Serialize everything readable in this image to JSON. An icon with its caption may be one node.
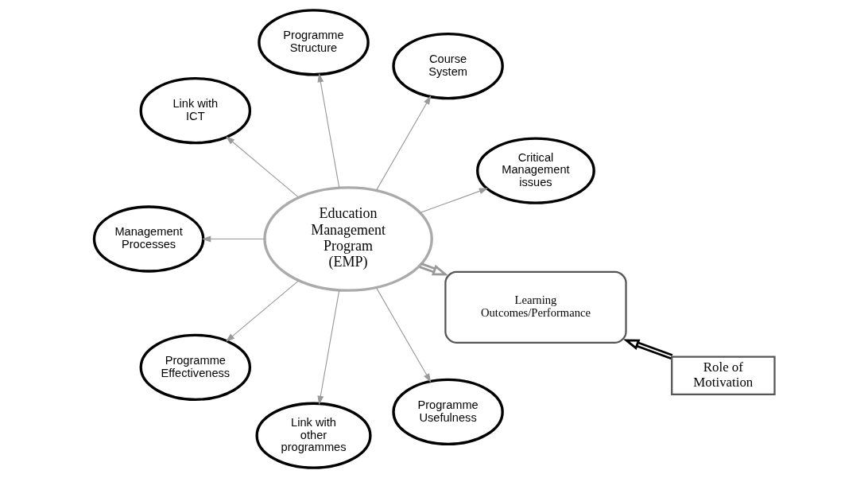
{
  "diagram": {
    "nodes": [
      {
        "text": [
          "Education Management Program (EMP)"
        ]
      },
      {
        "text": [
          "Critical Management issues"
        ]
      },
      {
        "text": [
          "Course System"
        ]
      },
      {
        "text": [
          "Programme Structure"
        ]
      },
      {
        "text": [
          "Link with ICT"
        ]
      },
      {
        "text": [
          "Management Processes"
        ]
      },
      {
        "text": [
          "Programme Effectiveness"
        ]
      },
      {
        "text": [
          "Link with other programmes"
        ]
      },
      {
        "text": [
          "Programme Usefulness"
        ]
      },
      {
        "text": [
          "Learning Outcomes/Performance"
        ]
      },
      {
        "text": [
          "Role of Motivation"
        ]
      }
    ],
    "edges": [
      {
        "from": 0,
        "to": 1,
        "arrow": "to"
      },
      {
        "from": 0,
        "to": 2,
        "arrow": "to"
      },
      {
        "from": 0,
        "to": 3,
        "arrow": "to"
      },
      {
        "from": 0,
        "to": 4,
        "arrow": "to"
      },
      {
        "from": 0,
        "to": 5,
        "arrow": "to"
      },
      {
        "from": 0,
        "to": 6,
        "arrow": "to"
      },
      {
        "from": 0,
        "to": 7,
        "arrow": "to"
      },
      {
        "from": 0,
        "to": 8,
        "arrow": "to"
      },
      {
        "from": 0,
        "to": 9,
        "arrow": "to",
        "style": "thick"
      },
      {
        "from": 10,
        "to": 9,
        "arrow": "to",
        "style": "thick",
        "color": "#000000"
      }
    ]
  }
}
